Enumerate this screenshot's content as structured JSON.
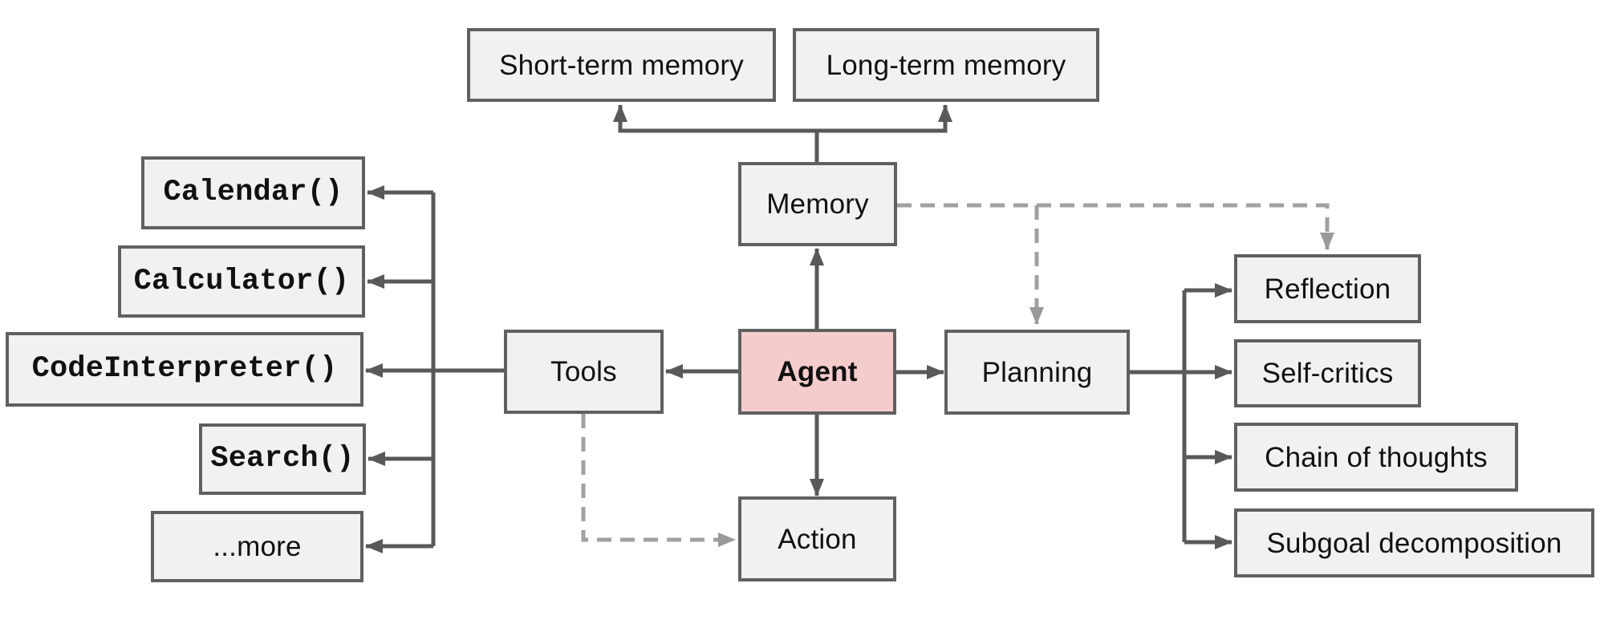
{
  "colors": {
    "background": "#ffffff",
    "box_fill": "#f1f1f1",
    "box_border": "#606060",
    "agent_fill": "#f4cccc",
    "solid_arrow": "#595959",
    "dashed_arrow": "#a1a1a1",
    "dashed_arrowhead": "#999999",
    "text": "#111111"
  },
  "nodes": {
    "short_term_memory": {
      "label": "Short-term memory"
    },
    "long_term_memory": {
      "label": "Long-term memory"
    },
    "memory": {
      "label": "Memory"
    },
    "tools": {
      "label": "Tools"
    },
    "agent": {
      "label": "Agent"
    },
    "planning": {
      "label": "Planning"
    },
    "action": {
      "label": "Action"
    },
    "calendar": {
      "label": "Calendar()"
    },
    "calculator": {
      "label": "Calculator()"
    },
    "code_interpreter": {
      "label": "CodeInterpreter()"
    },
    "search": {
      "label": "Search()"
    },
    "more": {
      "label": "...more"
    },
    "reflection": {
      "label": "Reflection"
    },
    "self_critics": {
      "label": "Self-critics"
    },
    "chain_of_thoughts": {
      "label": "Chain of thoughts"
    },
    "subgoal_decomposition": {
      "label": "Subgoal decomposition"
    }
  }
}
